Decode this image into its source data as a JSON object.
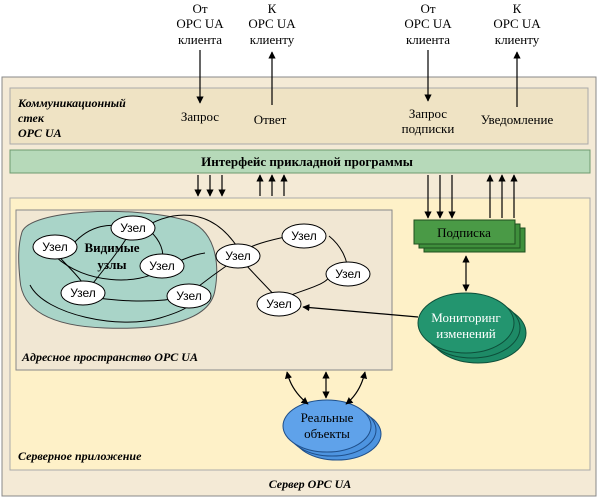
{
  "external": {
    "from_client_1": [
      "От",
      "OPC UA",
      "клиента"
    ],
    "to_client_1": [
      "К",
      "OPC UA",
      "клиенту"
    ],
    "from_client_2": [
      "От",
      "OPC UA",
      "клиента"
    ],
    "to_client_2": [
      "К",
      "OPC UA",
      "клиенту"
    ]
  },
  "comm_stack": {
    "title": [
      "Коммуникационный",
      "стек",
      "OPC UA"
    ],
    "request": "Запрос",
    "response": "Ответ",
    "subscription_request": [
      "Запрос",
      "подписки"
    ],
    "notification": "Уведомление"
  },
  "api_bar": "Интерфейс прикладной программы",
  "address_space": {
    "title": "Адресное пространство OPC UA",
    "visible_nodes": [
      "Видимые",
      "узлы"
    ],
    "node_label": "Узел"
  },
  "subscription": "Подписка",
  "monitoring": [
    "Мониторинг",
    "изменений"
  ],
  "real_objects": [
    "Реальные",
    "объекты"
  ],
  "server_app": "Серверное приложение",
  "server": "Сервер OPC UA",
  "colors": {
    "server_bg": "#f4ead6",
    "app_bg": "#fef1c8",
    "stack_bg": "#efe3c4",
    "api_bar": "#b6d9b9",
    "address_bg": "#f1e7d3",
    "visible_area": "#a9d4c8",
    "subscription": "#3f8f3c",
    "monitoring": "#1d8a66",
    "real_objects": "#4d94e0"
  }
}
